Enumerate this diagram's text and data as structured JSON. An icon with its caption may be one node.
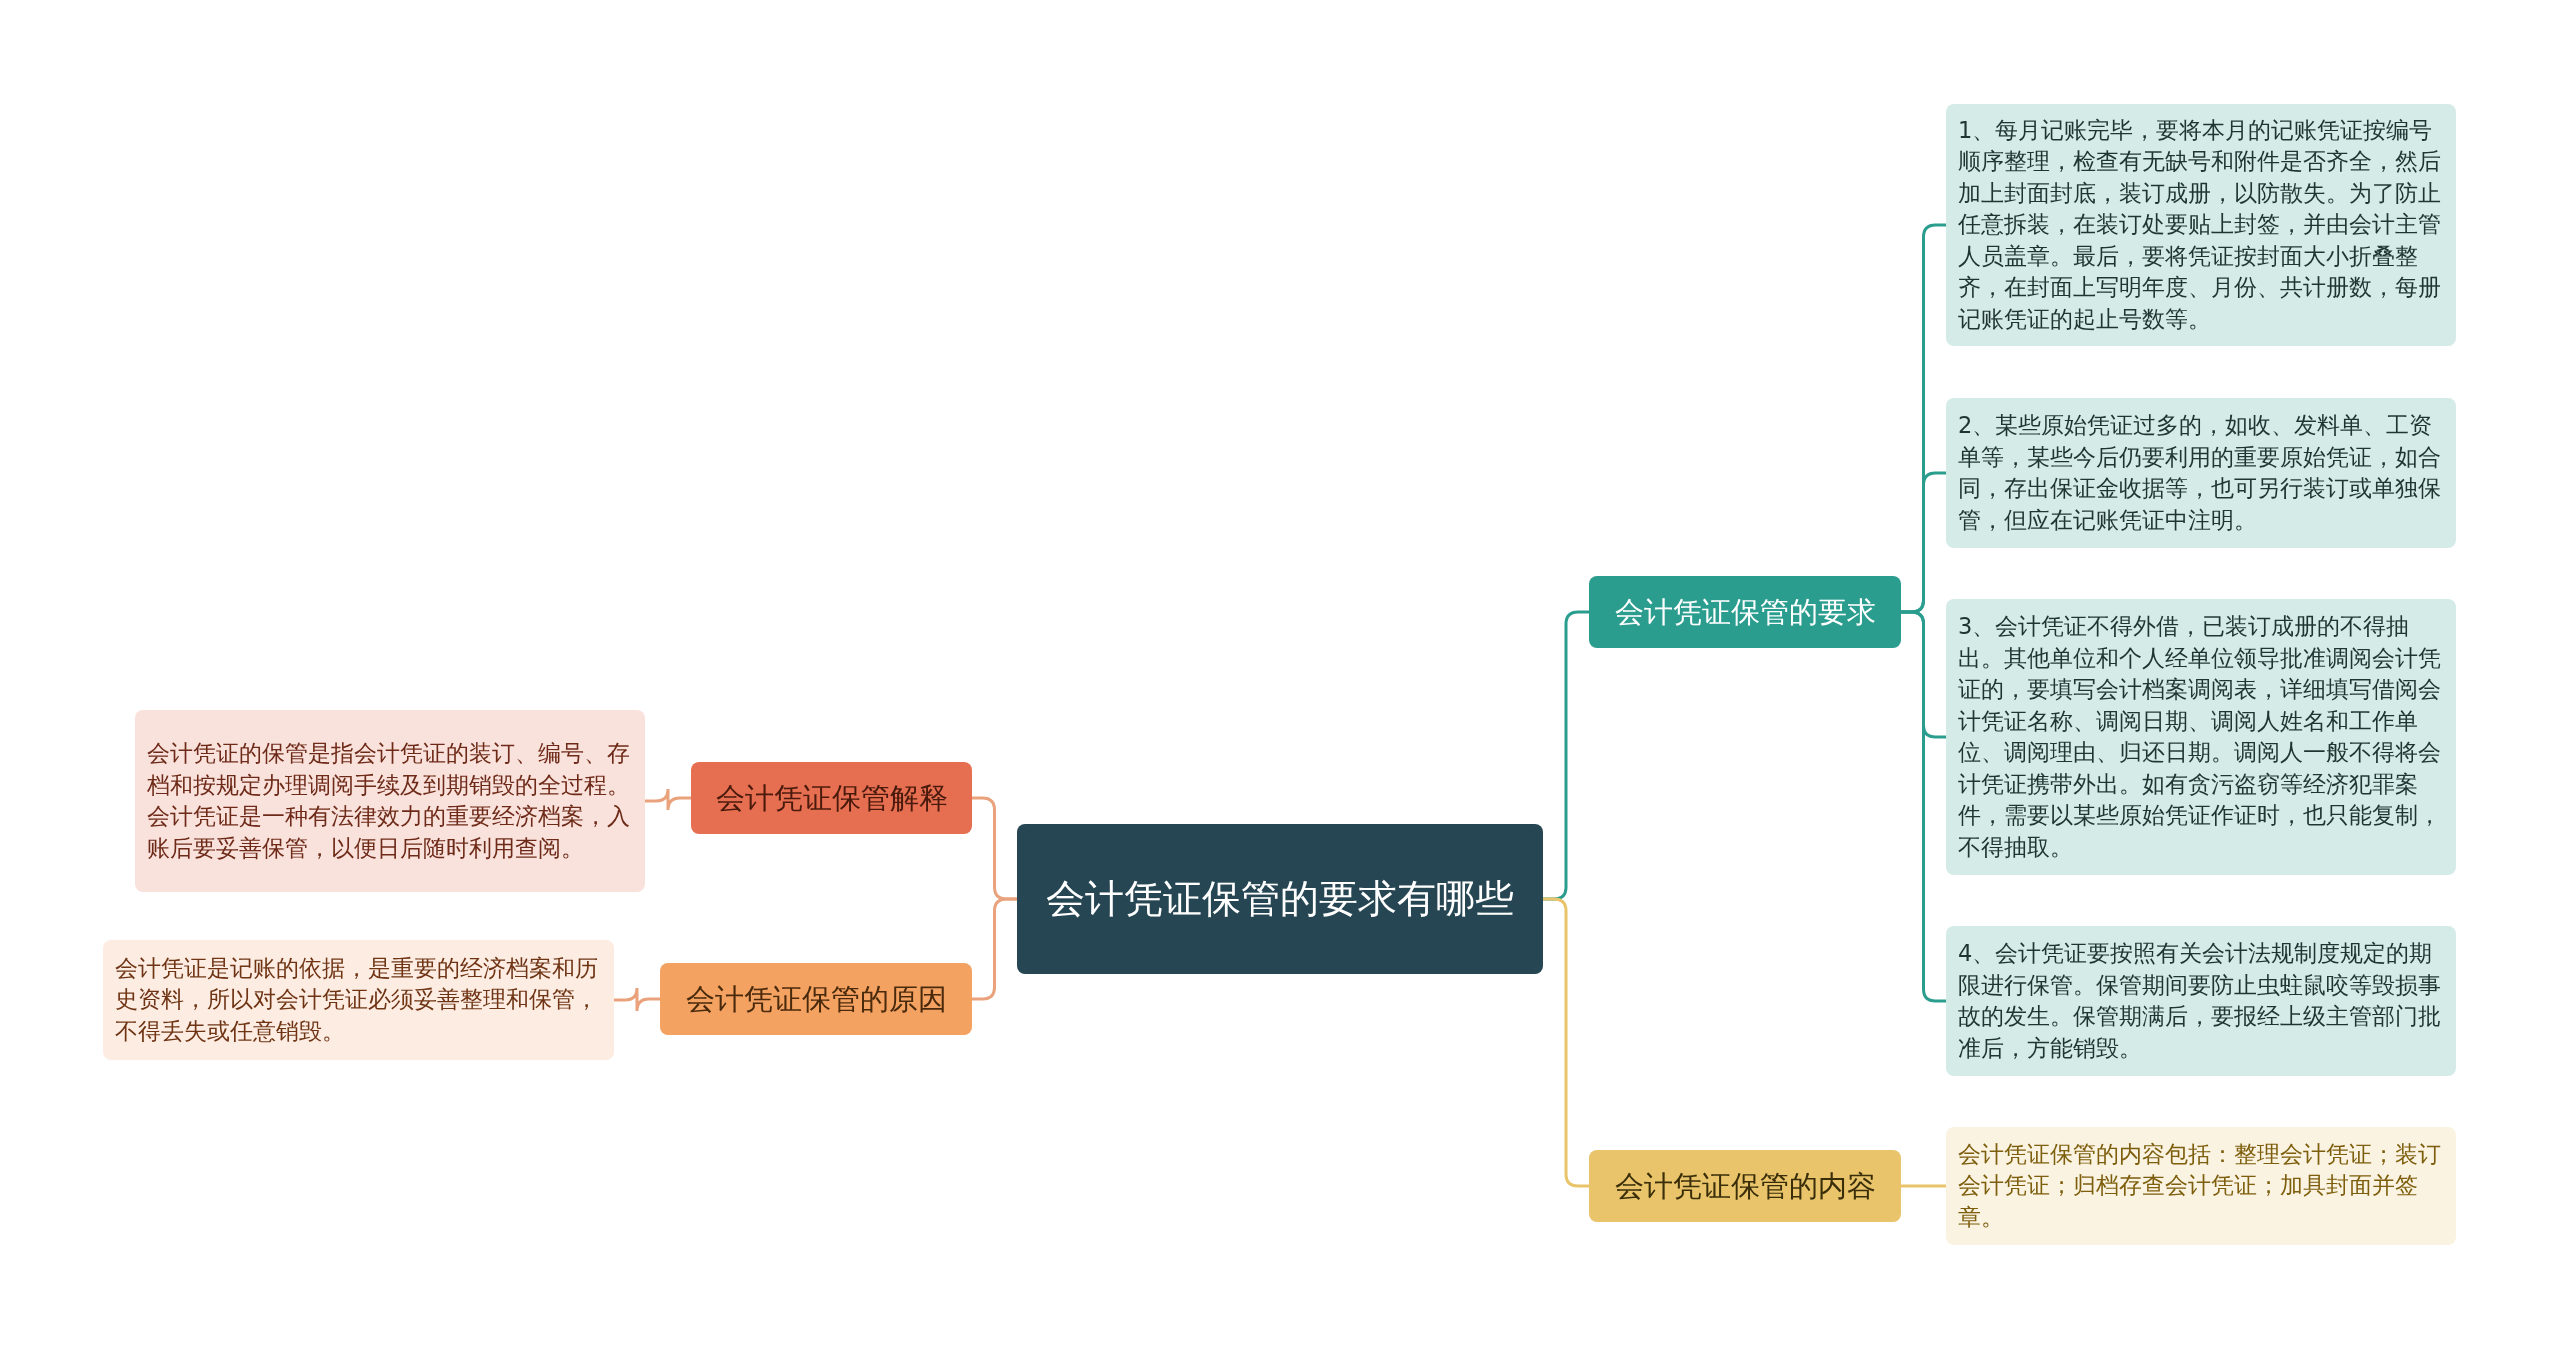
{
  "diagram": {
    "nodes": [
      {
        "text": [
          "会计凭证保管的要求有哪些"
        ]
      },
      {
        "text": [
          "会计凭证保管解释"
        ]
      },
      {
        "text": [
          "会计凭证的保管是指会计凭证的装订、编号、存档和按规定办理调阅手续及到期销毁的全过程。会计凭证是一种有法律效力的重要经济档案，入账后要妥善保管，以便日后随时利用查阅。"
        ]
      },
      {
        "text": [
          "会计凭证保管的原因"
        ]
      },
      {
        "text": [
          "会计凭证是记账的依据，是重要的经济档案和历史资料，所以对会计凭证必须妥善整理和保管，不得丢失或任意销毁。"
        ]
      },
      {
        "text": [
          "会计凭证保管的要求"
        ]
      },
      {
        "text": [
          "1、每月记账完毕，要将本月的记账凭证按编号顺序整理，检查有无缺号和附件是否齐全，然后加上封面封底，装订成册，以防散失。为了防止任意拆装，在装订处要贴上封签，并由会计主管人员盖章。最后，要将凭证按封面大小折叠整齐，在封面上写明年度、月份、共计册数，每册记账凭证的起止号数等。"
        ]
      },
      {
        "text": [
          "2、某些原始凭证过多的，如收、发料单、工资单等，某些今后仍要利用的重要原始凭证，如合同，存出保证金收据等，也可另行装订或单独保管，但应在记账凭证中注明。"
        ]
      },
      {
        "text": [
          "3、会计凭证不得外借，已装订成册的不得抽出。其他单位和个人经单位领导批准调阅会计凭证的，要填写会计档案调阅表，详细填写借阅会计凭证名称、调阅日期、调阅人姓名和工作单位、调阅理由、归还日期。调阅人一般不得将会计凭证携带外出。如有贪污盗窃等经济犯罪案件，需要以某些原始凭证作证时，也只能复制，不得抽取。"
        ]
      },
      {
        "text": [
          "4、会计凭证要按照有关会计法规制度规定的期限进行保管。保管期间要防止虫蛀鼠咬等毁损事故的发生。保管期满后，要报经上级主管部门批准后，方能销毁。"
        ]
      },
      {
        "text": [
          "会计凭证保管的内容"
        ]
      },
      {
        "text": [
          "会计凭证保管的内容包括：整理会计凭证；装订会计凭证；归档存查会计凭证；加具封面并签章。"
        ]
      }
    ],
    "edges": [
      {
        "from": 0,
        "to": 1,
        "arrow": "none",
        "color": "#e9a27c"
      },
      {
        "from": 0,
        "to": 3,
        "arrow": "none",
        "color": "#e9a27c"
      },
      {
        "from": 0,
        "to": 5,
        "arrow": "none"
      },
      {
        "from": 0,
        "to": 10,
        "arrow": "none",
        "color": "#e9c46a"
      },
      {
        "from": 1,
        "to": 2,
        "arrow": "none",
        "color": "#e9a27c"
      },
      {
        "from": 3,
        "to": 4,
        "arrow": "none",
        "color": "#e9a27c"
      },
      {
        "from": 5,
        "to": 6,
        "arrow": "none"
      },
      {
        "from": 5,
        "to": 7,
        "arrow": "none"
      },
      {
        "from": 5,
        "to": 8,
        "arrow": "none"
      },
      {
        "from": 5,
        "to": 9,
        "arrow": "none"
      },
      {
        "from": 10,
        "to": 11,
        "arrow": "none",
        "color": "#e9c46a"
      }
    ]
  }
}
